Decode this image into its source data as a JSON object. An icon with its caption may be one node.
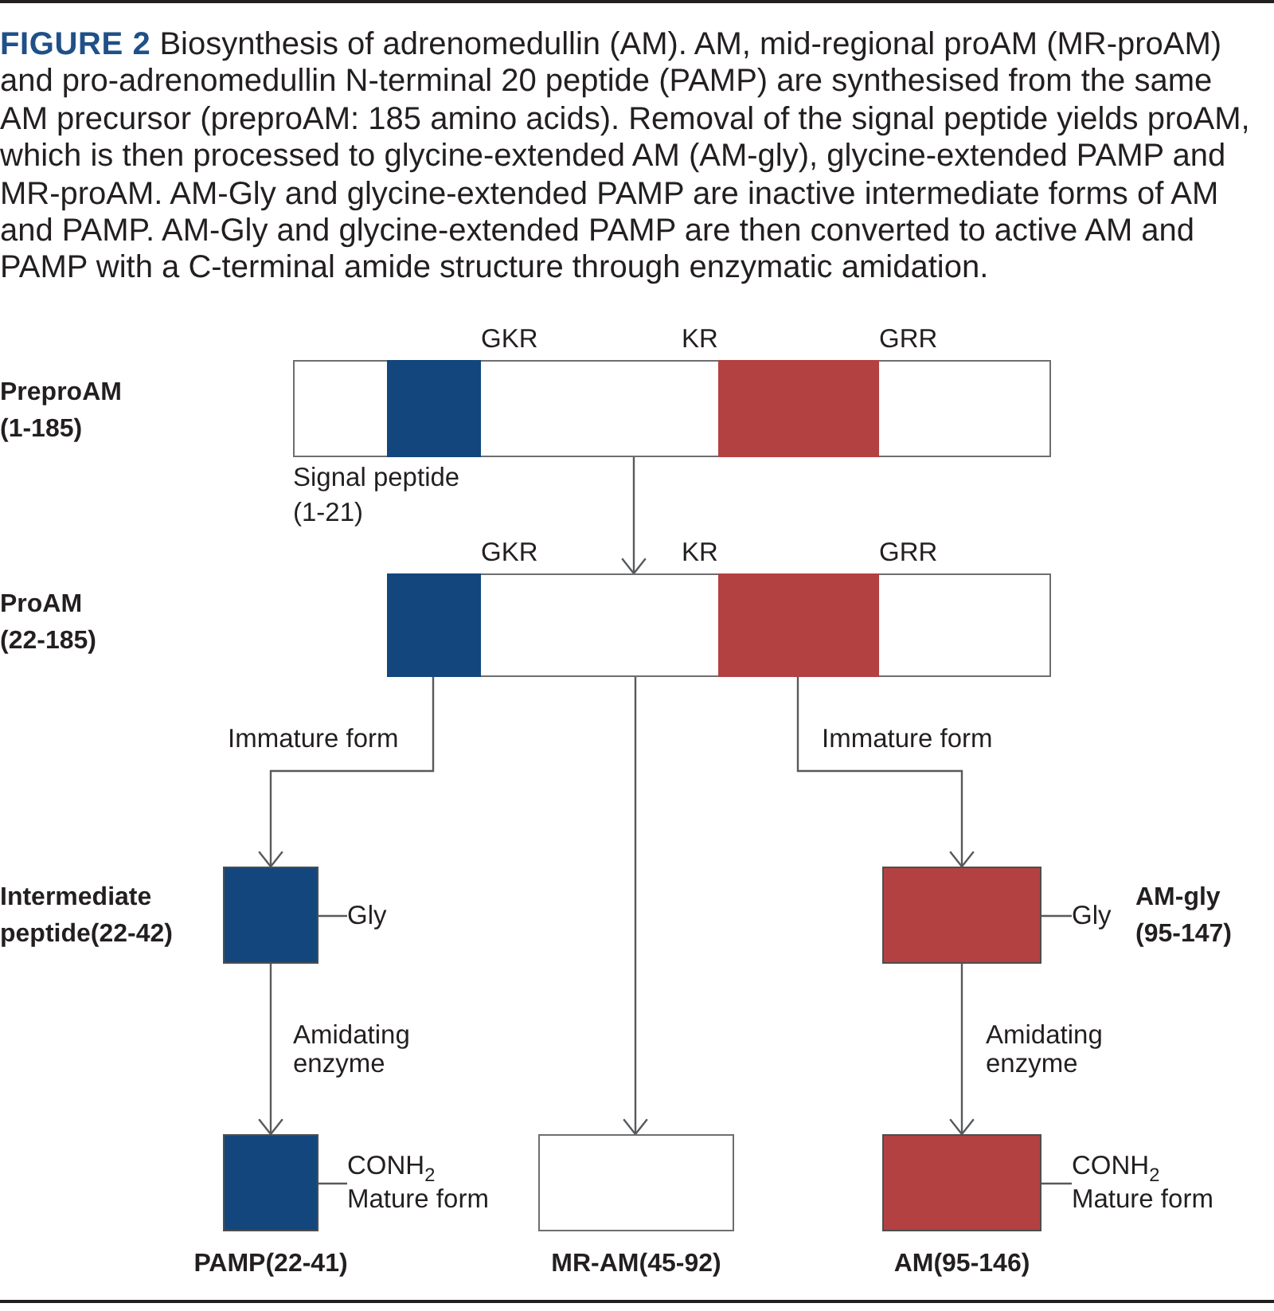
{
  "diagram": {
    "caption": "**FIGURE 2** Biosynthesis of adrenomedullin (AM). AM, mid-regional proAM (MR-proAM) and pro-adrenomedullin N-terminal 20 peptide (PAMP) are synthesised from the same AM precursor (preproAM: 185 amino acids). Removal of the signal peptide yields proAM, which is then processed to glycine-extended AM (AM-gly), glycine-extended PAMP and MR-proAM. AM-Gly and glycine-extended PAMP are inactive intermediate forms of AM and PAMP. AM-Gly and glycine-extended PAMP are then converted to active AM and PAMP with a C-terminal amide structure through enzymatic amidation.",
    "nodes": [
      {
        "text": [],
        "shape": "bar",
        "beside": [
          "GKR",
          "KR",
          "GRR"
        ]
      },
      {
        "text": [],
        "shape": "box",
        "in": 0
      },
      {
        "text": [],
        "shape": "box",
        "in": 0
      },
      {
        "text": [],
        "shape": "bar",
        "beside": [
          "GKR",
          "KR",
          "GRR"
        ]
      },
      {
        "text": [],
        "shape": "box",
        "in": 3
      },
      {
        "text": [],
        "shape": "box",
        "in": 3
      },
      {
        "text": [
          "Intermediate peptide(22-42)"
        ]
      },
      {
        "text": [
          "Gly"
        ]
      },
      {
        "text": [
          "AM-gly (95-147)"
        ]
      },
      {
        "text": [
          "Gly"
        ]
      },
      {
        "text": [
          "PAMP(22-41)"
        ]
      },
      {
        "text": [
          "CONH$_{2}$",
          "Mature form"
        ]
      },
      {
        "text": [
          "MR-AM(45-92)"
        ]
      },
      {
        "text": [
          "AM(95-146)"
        ]
      },
      {
        "text": [
          "CONH$_{2}$",
          "Mature form"
        ]
      }
    ],
    "edges": [
      {
        "from": 0,
        "to": 3,
        "arrow": "to"
      },
      {
        "from": 4,
        "to": 6,
        "arrow": "to",
        "label": "Immature form"
      },
      {
        "from": 3,
        "to": 12,
        "arrow": "to"
      },
      {
        "from": 5,
        "to": 8,
        "arrow": "to",
        "label": "Immature form"
      },
      {
        "from": 6,
        "to": 10,
        "arrow": "to",
        "label": "Amidating enzyme"
      },
      {
        "from": 8,
        "to": 13,
        "arrow": "to",
        "label": "Amidating enzyme"
      },
      {
        "from": 7,
        "to": 6,
        "arrow": "none"
      },
      {
        "from": 9,
        "to": 8,
        "arrow": "none"
      },
      {
        "from": 11,
        "to": 10,
        "arrow": "none"
      },
      {
        "from": 14,
        "to": 13,
        "arrow": "none"
      }
    ],
    "labels": [
      "PreproAM (1-185)",
      "Signal peptide (1-21)",
      "ProAM (22-185)"
    ]
  }
}
